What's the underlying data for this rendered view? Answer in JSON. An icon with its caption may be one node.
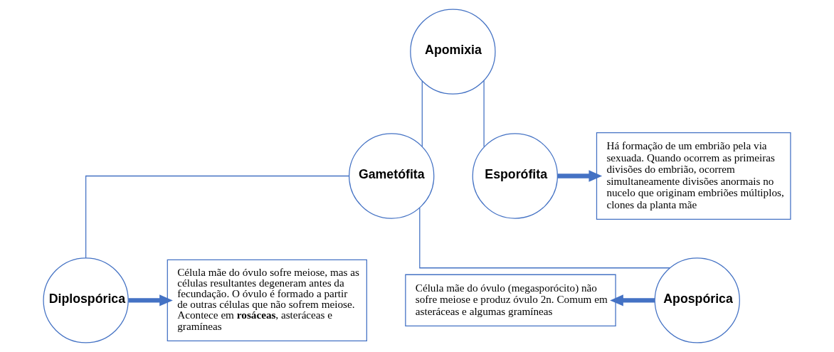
{
  "diagram": {
    "nodes": [
      {
        "text": [
          "Apomixia"
        ]
      },
      {
        "text": [
          "Gametófita"
        ]
      },
      {
        "text": [
          "Esporófita"
        ]
      },
      {
        "text": [
          "Há formação de um embrião pela via sexuada. Quando ocorrem as primeiras divisões do embrião, ocorrem simultaneamente divisões anormais no nucelo que originam embriões múltiplos, clones da planta mãe"
        ]
      },
      {
        "text": [
          "Célula mãe do óvulo (megasporócito) não sofre meiose e produz óvulo 2n. Comum em asteráceas e algumas gramíneas"
        ]
      },
      {
        "text": [
          "Apospórica"
        ]
      },
      {
        "text": [
          "Diplospórica"
        ]
      },
      {
        "text": [
          "Célula mãe do óvulo sofre meiose, mas as células resultantes degeneram antes da fecundação. O óvulo é formado a partir de outras células que não sofrem meiose. Acontece em **rosáceas**, asteráceas e gramíneas"
        ]
      }
    ],
    "edges": [
      {
        "from": 0,
        "to": 1,
        "arrow": "none"
      },
      {
        "from": 0,
        "to": 2,
        "arrow": "none"
      },
      {
        "from": 2,
        "to": 3,
        "arrow": "to",
        "style": "thick"
      },
      {
        "from": 1,
        "to": 5,
        "arrow": "none"
      },
      {
        "from": 1,
        "to": 6,
        "arrow": "none"
      },
      {
        "from": 5,
        "to": 4,
        "arrow": "to",
        "style": "thick"
      },
      {
        "from": 6,
        "to": 7,
        "arrow": "to",
        "style": "thick"
      }
    ]
  }
}
